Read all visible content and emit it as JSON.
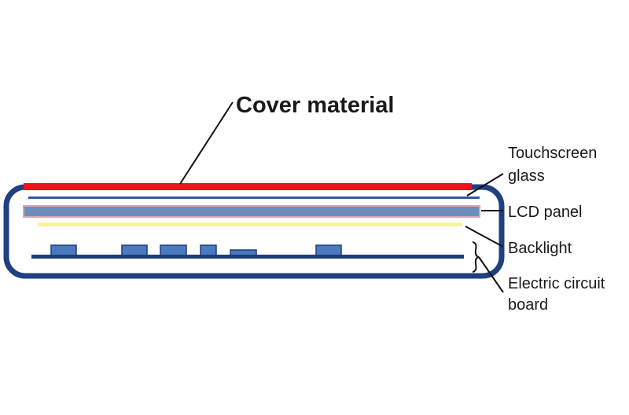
{
  "diagram": {
    "title_label": "Cover material",
    "labels": {
      "touchscreen_line1": "Touchscreen",
      "touchscreen_line2": "glass",
      "lcd_panel": "LCD panel",
      "backlight": "Backlight",
      "circuit_line1": "Electric circuit",
      "circuit_line2": "board"
    },
    "colors": {
      "cover": "#e8141b",
      "frame": "#1f3f7f",
      "touchscreen": "#2d5aa8",
      "lcd_fill": "#6d8dbf",
      "lcd_border": "#d9a6b0",
      "backlight": "#fbf3a0",
      "board": "#1f3a7a",
      "component": "#4a7bc0",
      "leader": "#111111"
    }
  }
}
